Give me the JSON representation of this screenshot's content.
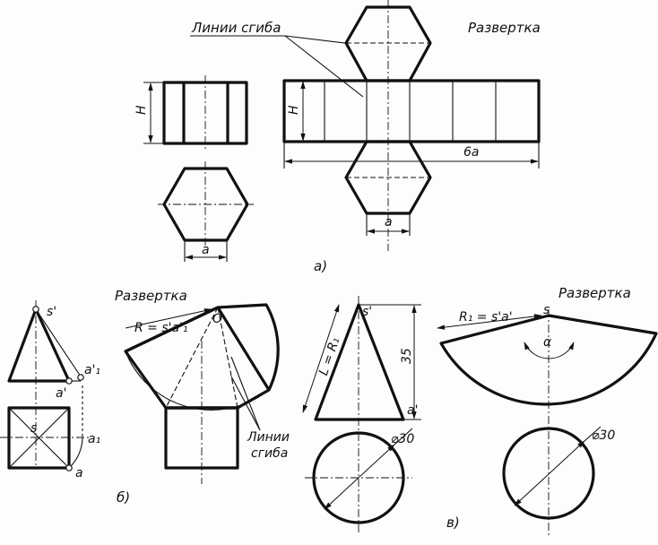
{
  "labels": {
    "razvertka_top": "Развертка",
    "linii_sgiba_top": "Линии сгиба",
    "h_left": "H",
    "h_right": "H",
    "six_a": "6a",
    "a_hex_top": "a",
    "a_hex_bottom": "a",
    "sub_a": "а)",
    "razvertka_b": "Развертка",
    "r_formula": "R = s'a'₁",
    "o_point": "O",
    "linii_b_1": "Линии",
    "linii_b_2": "сгиба",
    "s_prime_b": "s'",
    "a1_prime_b": "a'₁",
    "a_prime_b": "a'",
    "s_b": "s",
    "a1_b": "a₁",
    "a_b": "a",
    "sub_b": "б)",
    "razvertka_v": "Развертка",
    "r1_formula": "R₁ = s'a'",
    "s_prime_v": "s'",
    "l_formula": "L = R₁",
    "dim_35": "35",
    "a_prime_v": "a'",
    "s_v": "s",
    "alpha": "α",
    "d30_left": "⌀30",
    "d30_right": "⌀30",
    "sub_v": "в)"
  }
}
